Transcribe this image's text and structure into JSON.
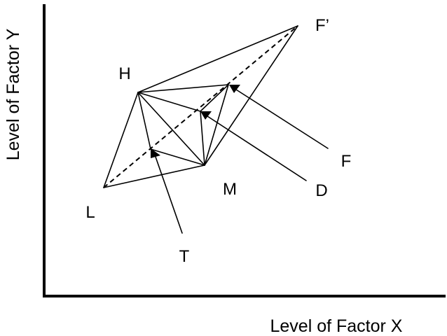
{
  "axes": {
    "x_label": "Level of Factor X",
    "y_label": "Level of Factor Y"
  },
  "points": {
    "L": "L",
    "H": "H",
    "M": "M",
    "F_prime": "F’",
    "T": "T",
    "D": "D",
    "F": "F"
  }
}
